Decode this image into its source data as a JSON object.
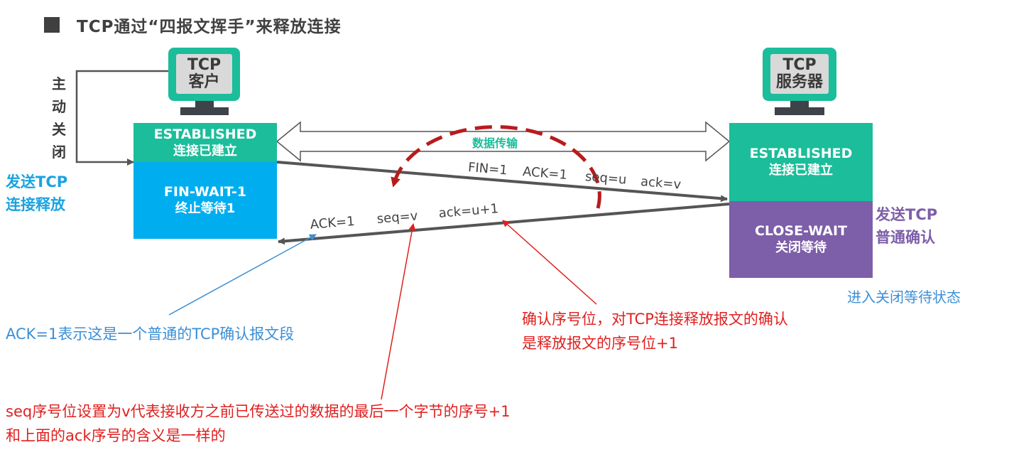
{
  "header": {
    "title": "TCP通过“四报文挥手”来释放连接"
  },
  "client": {
    "label_line1": "TCP",
    "label_line2": "客户",
    "active_close": [
      "主",
      "动",
      "关",
      "闭"
    ],
    "side_label_line1": "发送TCP",
    "side_label_line2": "连接释放",
    "state_established_en": "ESTABLISHED",
    "state_established_zh": "连接已建立",
    "state_finwait_en": "FIN-WAIT-1",
    "state_finwait_zh": "终止等待1"
  },
  "server": {
    "label_line1": "TCP",
    "label_line2": "服务器",
    "state_established_en": "ESTABLISHED",
    "state_established_zh": "连接已建立",
    "state_closewait_en": "CLOSE-WAIT",
    "state_closewait_zh": "关闭等待",
    "side_label_line1": "发送TCP",
    "side_label_line2": "普通确认",
    "enter_state_note": "进入关闭等待状态"
  },
  "data_transfer_label": "数据传输",
  "segment1": {
    "fin": "FIN=1",
    "ack": "ACK=1",
    "seq": "seq=u",
    "acknum": "ack=v"
  },
  "segment2": {
    "ack": "ACK=1",
    "seq": "seq=v",
    "acknum": "ack=u+1"
  },
  "notes": {
    "ack_flag": "ACK=1表示这是一个普通的TCP确认报文段",
    "ack_number_line1": "确认序号位，对TCP连接释放报文的确认",
    "ack_number_line2": "是释放报文的序号位+1",
    "seq_line1": "seq序号位设置为v代表接收方之前已传送过的数据的最后一个字节的序号+1",
    "seq_line2": "和上面的ack序号的含义是一样的"
  },
  "colors": {
    "teal": "#1bbd9a",
    "cyan": "#00aeef",
    "purple": "#7d5ea8",
    "red": "#e02020",
    "blue": "#3c8fd6",
    "dark_red_dash": "#b71c1c"
  }
}
